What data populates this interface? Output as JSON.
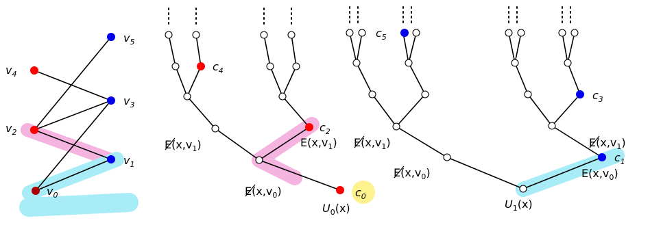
{
  "colors": {
    "red": "#ff0000",
    "blue": "#0000ee",
    "darkred": "#aa0000",
    "pink_highlight": "#f5b3e0",
    "cyan_highlight": "#a7ecf6",
    "yellow_highlight": "#fdf28e"
  },
  "graph": {
    "v5": {
      "main": "v",
      "sub": "5"
    },
    "v4": {
      "main": "v",
      "sub": "4"
    },
    "v3": {
      "main": "v",
      "sub": "3"
    },
    "v2": {
      "main": "v",
      "sub": "2"
    },
    "v1": {
      "main": "v",
      "sub": "1"
    },
    "v0": {
      "main": "v",
      "sub": "0"
    }
  },
  "trees": {
    "c4": {
      "main": "c",
      "sub": "4"
    },
    "c2": {
      "main": "c",
      "sub": "2"
    },
    "c0": {
      "main": "c",
      "sub": "0"
    },
    "c5": {
      "main": "c",
      "sub": "5"
    },
    "c3": {
      "main": "c",
      "sub": "3"
    },
    "c1": {
      "main": "c",
      "sub": "1"
    },
    "not_e_xv1_a": {
      "main": "E(x,v",
      "sub": "1",
      "tail": ")"
    },
    "e_xv1_a": {
      "main": "E(x,v",
      "sub": "1",
      "tail": ")"
    },
    "not_e_xv0_a": {
      "main": "E(x,v",
      "sub": "0",
      "tail": ")"
    },
    "u0": {
      "main": "U",
      "sub": "0",
      "tail": "(x)"
    },
    "not_e_xv1_b": {
      "main": "E(x,v",
      "sub": "1",
      "tail": ")"
    },
    "not_e_xv0_b": {
      "main": "E(x,v",
      "sub": "0",
      "tail": ")"
    },
    "not_e_xv1_c": {
      "main": "E(x,v",
      "sub": "1",
      "tail": ")"
    },
    "e_xv0_c": {
      "main": "E(x,v",
      "sub": "0",
      "tail": ")"
    },
    "u1": {
      "main": "U",
      "sub": "1",
      "tail": "(x)"
    }
  }
}
